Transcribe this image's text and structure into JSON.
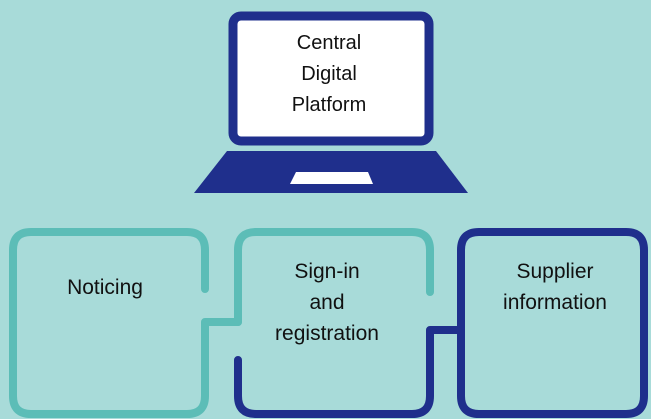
{
  "diagram": {
    "laptop": {
      "label": "Central\nDigital\nPlatform",
      "icon": "laptop-icon"
    },
    "boxes": [
      {
        "label": "Noticing"
      },
      {
        "label": "Sign-in\nand\nregistration"
      },
      {
        "label": "Supplier\ninformation"
      }
    ]
  },
  "colors": {
    "background": "#a8dbd9",
    "teal": "#5cbdb7",
    "navy": "#1f2f8c",
    "text": "#111111"
  }
}
